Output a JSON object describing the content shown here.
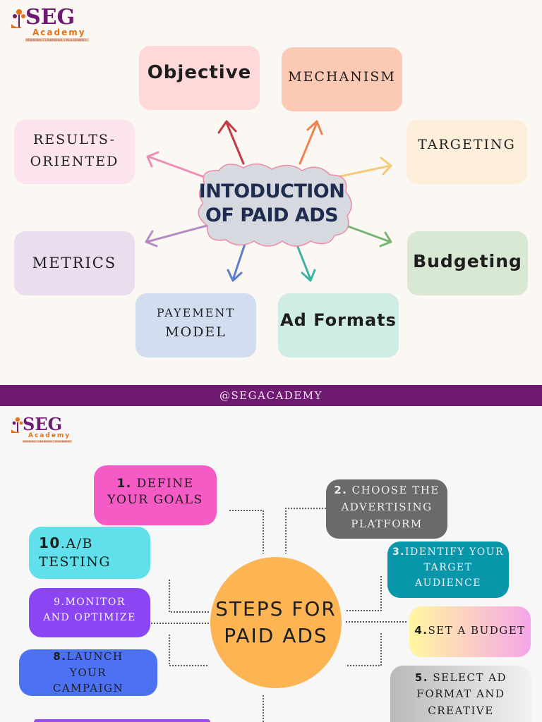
{
  "brand": {
    "name": "SEG",
    "sub": "Academy",
    "tagline": "TRAINING • LEARNING • PLACEMENT"
  },
  "top": {
    "center": {
      "line1": "INTODUCTION",
      "line2": "OF PAID ADS"
    },
    "nodes": {
      "objective": "Objective",
      "mechanism": "MECHANISM",
      "targeting": "TARGETING",
      "budgeting": "Budgeting",
      "ad_formats": "Ad Formats",
      "payement_line1": "PAYEMENT",
      "payement_line2": "MODEL",
      "metrics": "METRICS",
      "results_line1": "RESULTS-",
      "results_line2": "ORIENTED"
    }
  },
  "band": {
    "handle": "@SEGACADEMY"
  },
  "bottom": {
    "center": {
      "line1": "STEPS FOR",
      "line2": "PAID ADS"
    },
    "steps": {
      "s1_num": "1.",
      "s1_line1": "DEFINE",
      "s1_line2": "YOUR GOALS",
      "s2_num": "2.",
      "s2_line1": "CHOOSE THE",
      "s2_line2": "ADVERTISING",
      "s2_line3": "PLATFORM",
      "s3_num": "3.",
      "s3_line1": "IDENTIFY YOUR",
      "s3_line2": "TARGET",
      "s3_line3": "AUDIENCE",
      "s4_num": "4.",
      "s4_line1": "SET A BUDGET",
      "s5_num": "5.",
      "s5_line1": "SELECT AD",
      "s5_line2": "FORMAT AND",
      "s5_line3": "CREATIVE",
      "s8_num": "8.",
      "s8_line1": "LAUNCH",
      "s8_line2": "YOUR",
      "s8_line3": "CAMPAIGN",
      "s9_num": "9.",
      "s9_line1": "MONITOR",
      "s9_line2": "AND OPTIMIZE",
      "s10_num": "10",
      "s10_line1": ".A/B",
      "s10_line2": "TESTING"
    }
  },
  "colors": {
    "purple": "#6e1a70",
    "orange": "#e0741c",
    "objective": "#fdd9d9",
    "mechanism": "#fcc9b4",
    "targeting": "#fdeedb",
    "budgeting": "#d8e8d2",
    "ad_formats": "#cfece5",
    "payement": "#d3ddf0",
    "metrics": "#e9ddee",
    "results": "#fbe4ee",
    "blob": "#d7d9e0",
    "blob_border": "#ee8aa8",
    "step1": "#f45bc5",
    "step2": "#6a6a6a",
    "step3": "#0896ab",
    "step4_a": "#fff7a0",
    "step4_b": "#f6a6e8",
    "step5_a": "#b9b9b9",
    "step5_b": "#f2f2f2",
    "step8": "#4c72f3",
    "step9": "#8c45f2",
    "step10": "#5fe0ea",
    "circle": "#fdb553"
  }
}
